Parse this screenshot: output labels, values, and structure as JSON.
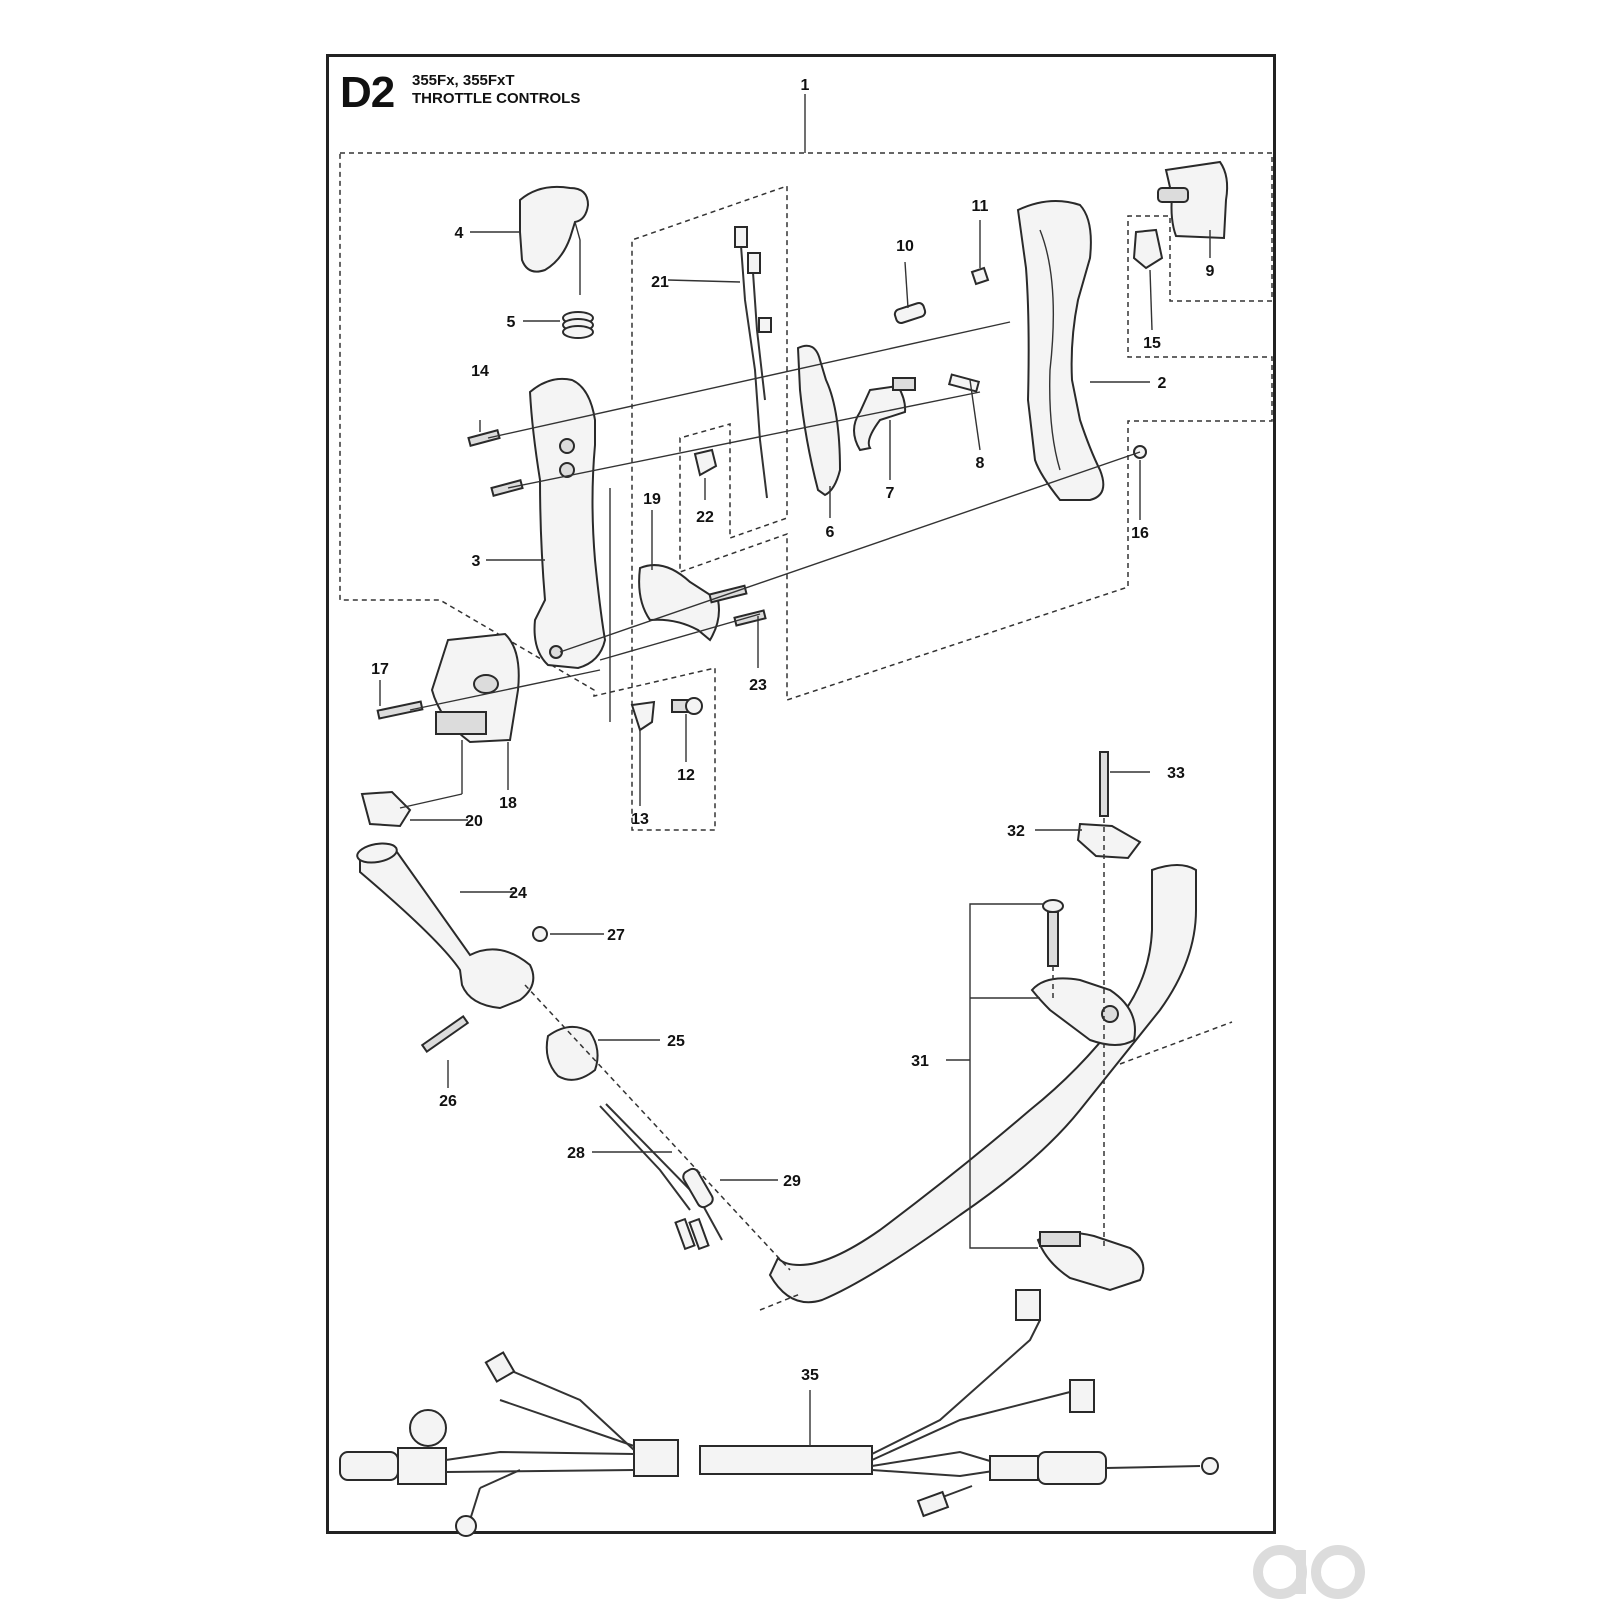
{
  "header": {
    "sheet_code": "D2",
    "models": "355Fx, 355FxT",
    "title": "THROTTLE CONTROLS"
  },
  "callouts": [
    "1",
    "2",
    "3",
    "4",
    "5",
    "6",
    "7",
    "8",
    "9",
    "10",
    "11",
    "12",
    "13",
    "14",
    "15",
    "16",
    "17",
    "18",
    "19",
    "20",
    "21",
    "22",
    "23",
    "24",
    "25",
    "26",
    "27",
    "28",
    "29",
    "31",
    "32",
    "33",
    "35"
  ],
  "watermark": {
    "icon": "watermark-logo-icon",
    "color": "#dcdcdc"
  }
}
